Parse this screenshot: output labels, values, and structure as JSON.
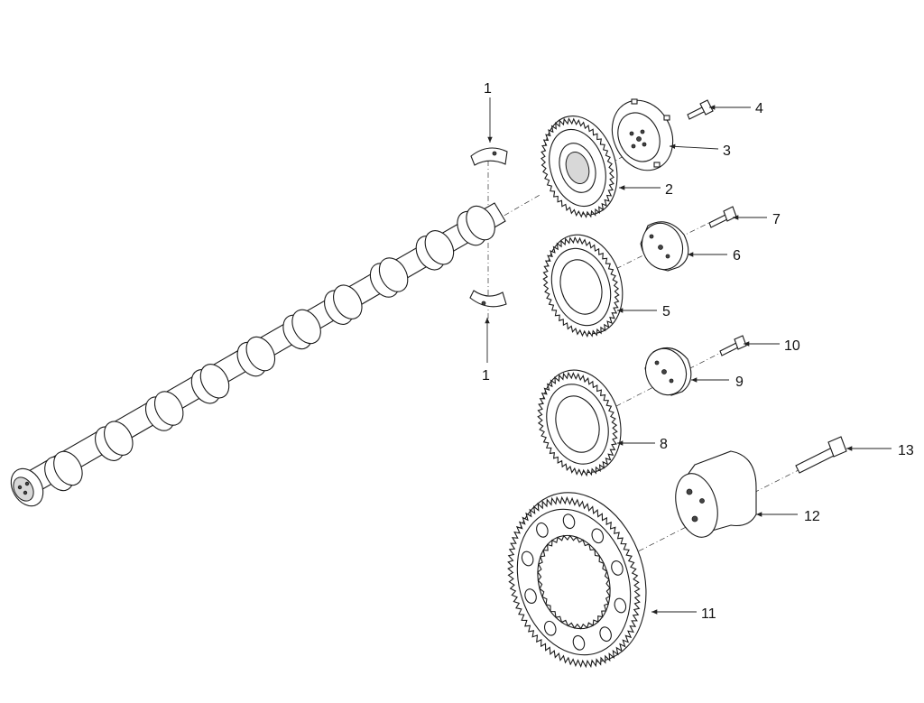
{
  "callouts": {
    "bearing_top": "1",
    "bearing_bottom": "1",
    "cam_gear": "2",
    "plate": "3",
    "plate_bolt": "4",
    "gear_5": "5",
    "hub_6": "6",
    "bolt_7": "7",
    "gear_8": "8",
    "hub_9": "9",
    "bolt_10": "10",
    "large_gear": "11",
    "hub_12": "12",
    "bolt_13": "13"
  }
}
